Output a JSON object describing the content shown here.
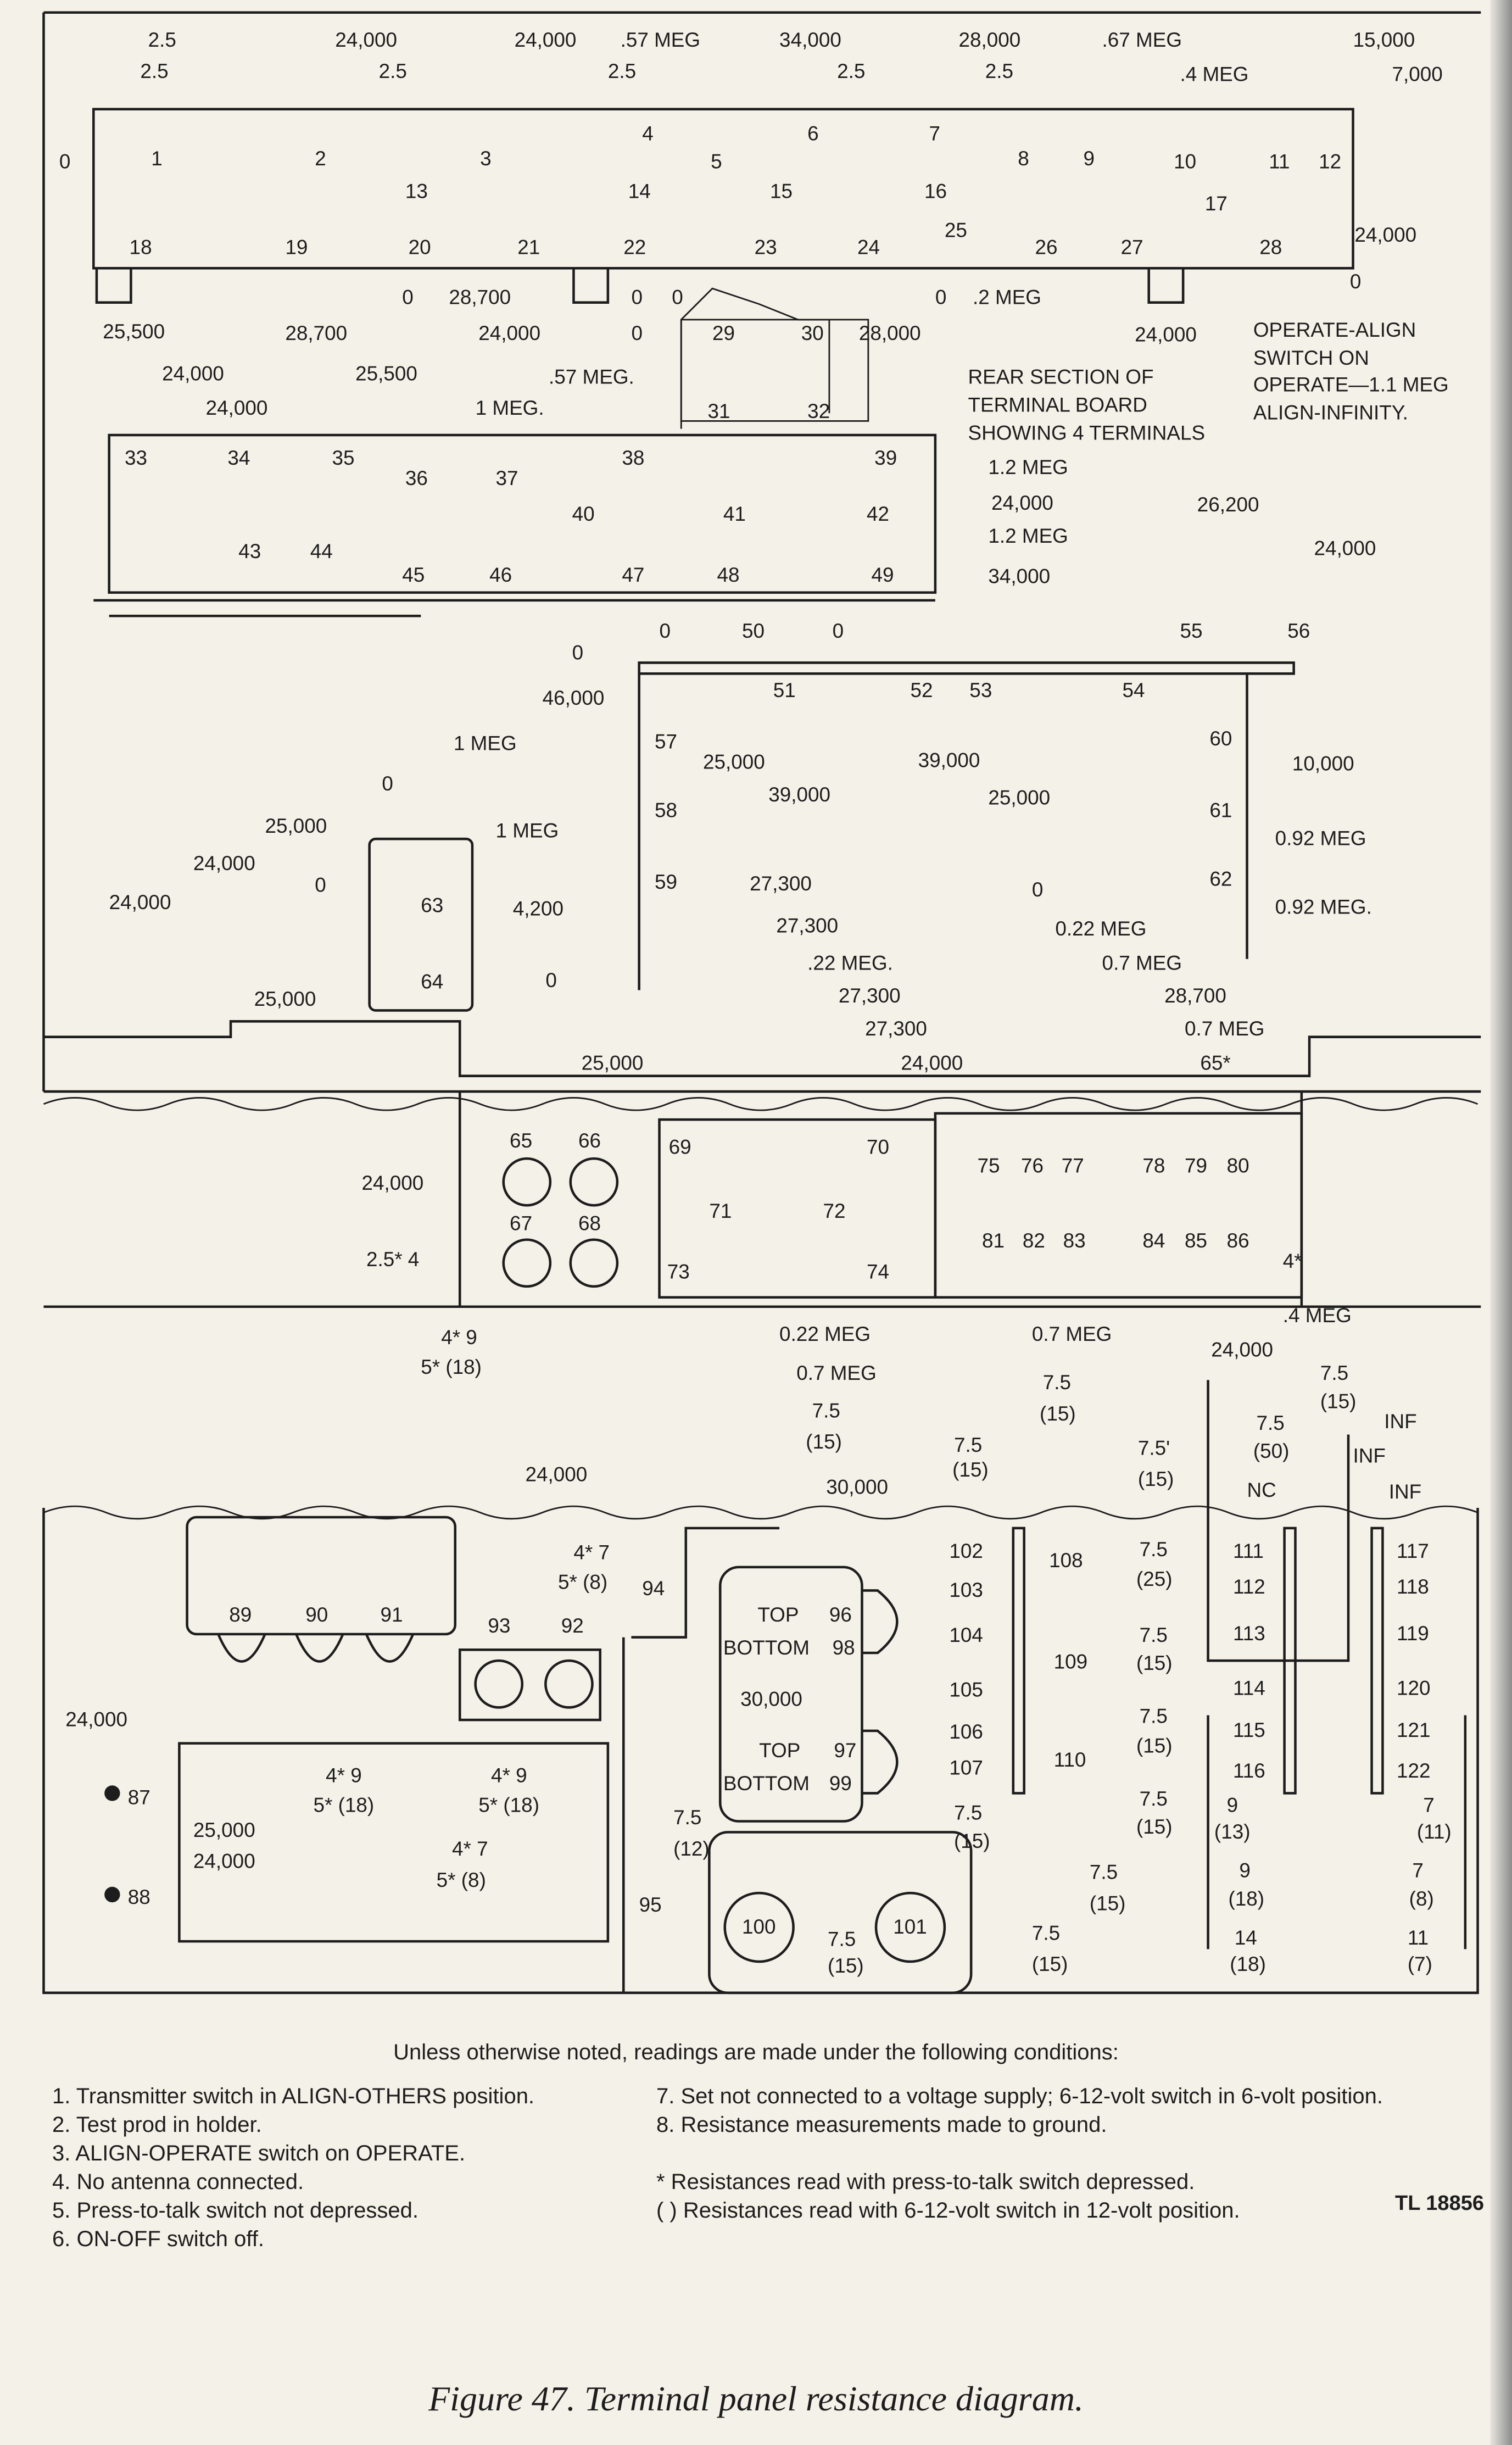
{
  "diagram": {
    "labels": [
      "2.5",
      "2.5",
      "24,000",
      "2.5",
      "24,000",
      ".57 MEG",
      "2.5",
      "34,000",
      "2.5",
      "28,000",
      "2.5",
      ".67 MEG",
      ".4 MEG",
      "15,000",
      "7,000",
      "1",
      "2",
      "3",
      "4",
      "5",
      "6",
      "7",
      "8",
      "9",
      "10",
      "11",
      "12",
      "13",
      "14",
      "15",
      "16",
      "17",
      "0",
      "18",
      "19",
      "20",
      "21",
      "22",
      "23",
      "24",
      "25",
      "26",
      "27",
      "28",
      "24,000",
      "0",
      "0",
      "28,700",
      "0",
      "0",
      "0",
      ".2 MEG",
      "28,700",
      "24,000",
      "25,500",
      "24,000",
      "0",
      "29",
      "30",
      "28,000",
      "OPERATE-ALIGN",
      "SWITCH ON",
      "OPERATE—1.1 MEG",
      "ALIGN-INFINITY.",
      "REAR SECTION OF",
      "TERMINAL BOARD",
      "SHOWING 4 TERMINALS",
      ".57 MEG.",
      "31",
      "32",
      "24,000",
      "25,500",
      "24,000",
      "1 MEG.",
      "33",
      "34",
      "35",
      "36",
      "37",
      "38",
      "39",
      "1.2 MEG",
      "24,000",
      "40",
      "41",
      "42",
      "1.2 MEG",
      "43",
      "44",
      "45",
      "46",
      "47",
      "48",
      "49",
      "34,000",
      "26,200",
      "24,000",
      "0",
      "0",
      "50",
      "0",
      "55",
      "56",
      "46,000",
      "51",
      "52",
      "53",
      "54",
      "57",
      "25,000",
      "39,000",
      "39,000",
      "25,000",
      "60",
      "10,000",
      "1 MEG",
      "0",
      "1 MEG",
      "58",
      "61",
      "0.92 MEG",
      "25,000",
      "24,000",
      "59",
      "4,200",
      "62",
      "0.92 MEG.",
      "24,000",
      "0",
      "63",
      "25,000",
      "64",
      "0",
      "27,300",
      "27,300",
      "0",
      "0.22 MEG",
      ".22 MEG.",
      "0.7 MEG",
      "27,300",
      "28,700",
      "27,300",
      "0.7 MEG",
      "24,000",
      "65*",
      "25,000",
      "65",
      "66",
      "67",
      "68",
      "24,000",
      "2.5* 4",
      "4* 9",
      "5* (18)",
      "69",
      "70",
      "71",
      "72",
      "73",
      "74",
      "75",
      "76",
      "77",
      "78",
      "79",
      "80",
      "81",
      "82",
      "83",
      "84",
      "85",
      "86",
      "4*",
      ".4 MEG",
      "24,000",
      "0.22 MEG",
      "0.7 MEG",
      "0.7 MEG",
      "7.5",
      "(15)",
      "7.5",
      "(15)",
      "7.5",
      "(15)",
      "7.5",
      "(50)",
      "INF",
      "INF",
      "NC",
      "INF",
      "7.5",
      "(15)",
      "7.5'",
      "(15)",
      "24,000",
      "30,000",
      "7.5",
      "(25)",
      "4* 7",
      "5* (8)",
      "94",
      "89",
      "90",
      "91",
      "93",
      "92",
      "TOP",
      "96",
      "BOTTOM",
      "98",
      "102",
      "103",
      "104",
      "105",
      "106",
      "107",
      "108",
      "109",
      "110",
      "7.5",
      "(15)",
      "7.5",
      "(15)",
      "7.5",
      "(15)",
      "111",
      "112",
      "113",
      "114",
      "115",
      "116",
      "117",
      "118",
      "119",
      "120",
      "121",
      "122",
      "24,000",
      "30,000",
      "TOP",
      "97",
      "BOTTOM",
      "99",
      "4* 9",
      "5* (18)",
      "4* 9",
      "5* (18)",
      "87",
      "25,000",
      "24,000",
      "88",
      "4* 7",
      "5* (8)",
      "7.5",
      "(12)",
      "95",
      "7.5",
      "(15)",
      "9",
      "(13)",
      "9",
      "(18)",
      "14",
      "(18)",
      "7",
      "(11)",
      "7",
      "(8)",
      "11",
      "(7)",
      "7.5",
      "(15)",
      "100",
      "101",
      "7.5",
      "(15)",
      "7.5",
      "(15)"
    ]
  },
  "notes": {
    "title": "Unless otherwise noted, readings are made under the following conditions:",
    "left": [
      "1. Transmitter switch in ALIGN-OTHERS position.",
      "2. Test prod in holder.",
      "3. ALIGN-OPERATE switch on OPERATE.",
      "4. No antenna connected.",
      "5. Press-to-talk switch not depressed.",
      "6. ON-OFF switch off."
    ],
    "right": [
      "7. Set not connected to a voltage supply; 6-12-volt switch in 6-volt position.",
      "8. Resistance measurements made to ground."
    ],
    "legend": [
      "* Resistances read with press-to-talk switch depressed.",
      "(    ) Resistances read with 6-12-volt switch in 12-volt position."
    ],
    "code": "TL 18856"
  },
  "caption": "Figure 47. Terminal panel resistance diagram."
}
